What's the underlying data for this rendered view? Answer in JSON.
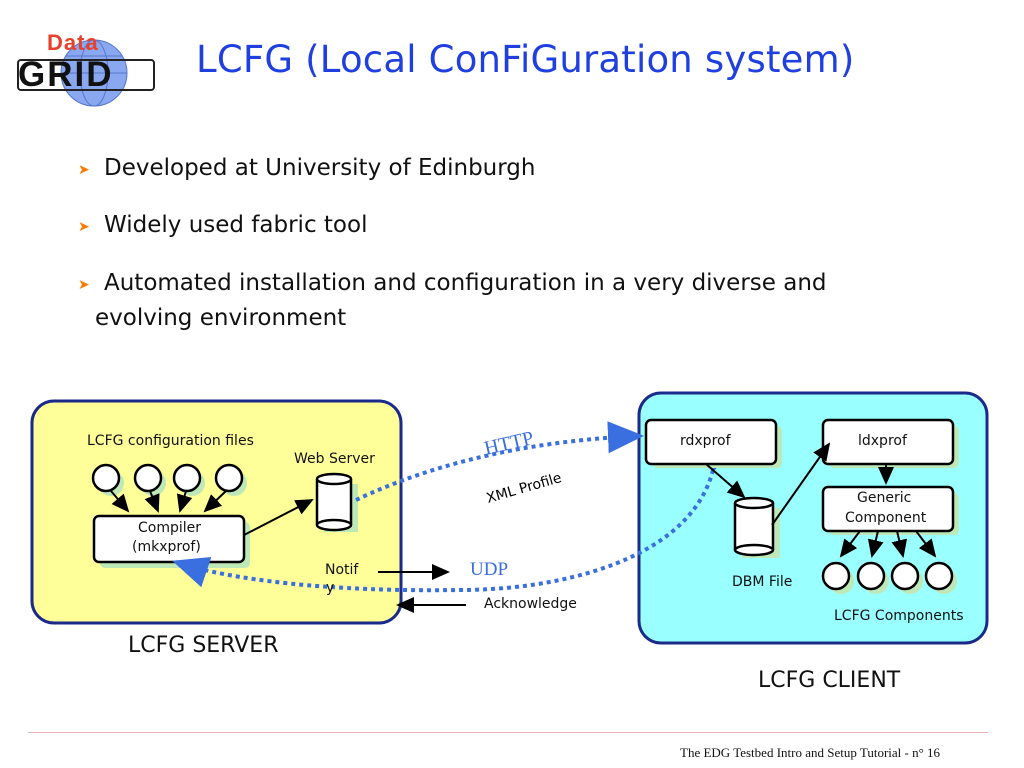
{
  "title": "LCFG (Local ConFiGuration system)",
  "logo": {
    "top": "Data",
    "bottom": "GRID"
  },
  "bullets": [
    "Developed at University of Edinburgh",
    "Widely used fabric tool",
    "Automated  installation and configuration in a very diverse and",
    "evolving environment"
  ],
  "server": {
    "config_files_label": "LCFG configuration files",
    "web_server_label": "Web Server",
    "compiler_line1": "Compiler",
    "compiler_line2": "(mkxprof)",
    "notify_line1": "Notif",
    "notify_line2": "y",
    "caption": "LCFG SERVER"
  },
  "links": {
    "http": "HTTP",
    "xml_profile": "XML Profile",
    "udp": "UDP",
    "acknowledge": "Acknowledge"
  },
  "client": {
    "rdxprof": "rdxprof",
    "ldxprof": "ldxprof",
    "generic_line1": "Generic",
    "generic_line2": "Component",
    "dbm_file": "DBM File",
    "components_label": "LCFG Components",
    "caption": "LCFG CLIENT"
  },
  "footer": "The EDG Testbed Intro and Setup Tutorial - n° 16",
  "colors": {
    "title": "#1f3fe0",
    "server_bg": "#ffff99",
    "client_bg": "#99ffff",
    "border": "#1a2a8a",
    "dotted": "#3a6fe0"
  }
}
